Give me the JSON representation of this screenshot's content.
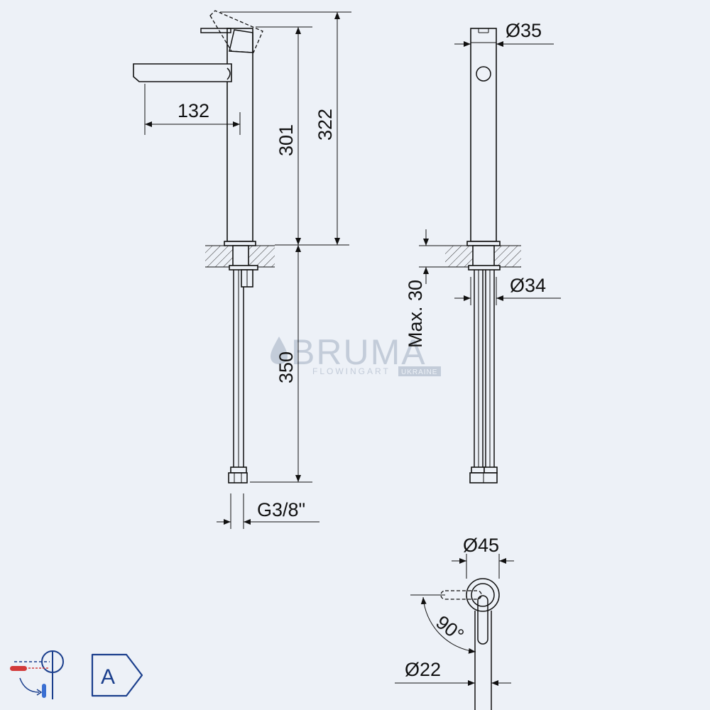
{
  "dimensions": {
    "spout_reach": "132",
    "spout_height": "301",
    "total_height": "322",
    "hose_length": "350",
    "connection": "G3/8\"",
    "body_diameter": "35",
    "shank_diameter": "34",
    "deck_thickness": "Max. 30",
    "handle_diameter": "45",
    "rotation": "90°",
    "lever_diameter": "22"
  },
  "symbols": {
    "diameter": "Ø"
  },
  "watermark": {
    "brand": "BRUMA",
    "tagline": "FLOWINGART",
    "region": "UKRAINE"
  },
  "badges": {
    "energy_class": "A"
  },
  "icons": {
    "single-lever": "single-lever-mixer-icon",
    "class": "energy-class-badge-icon"
  },
  "colors": {
    "background": "#edf1f7",
    "line": "#111111",
    "watermark": "#c3ccd9",
    "badge": "#1a3e8c",
    "hot": "#d23a3a",
    "cold": "#3a6fd2"
  }
}
